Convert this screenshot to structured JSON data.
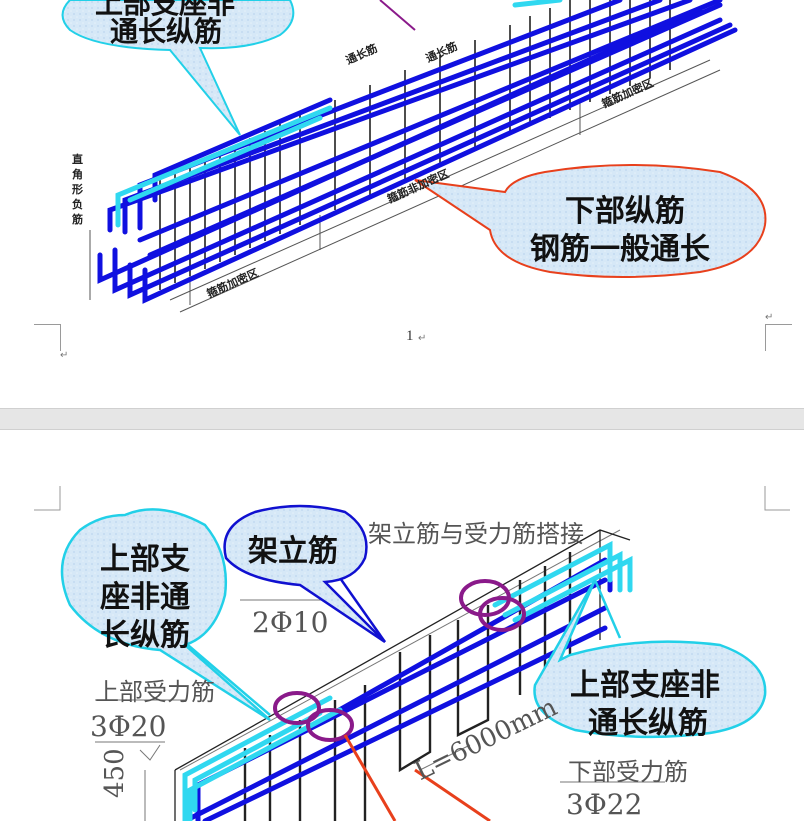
{
  "page1": {
    "bubble_top_line1": "上部支座非",
    "bubble_top_line2": "通长纵筋",
    "bubble_bottom_line1": "下部纵筋",
    "bubble_bottom_line2": "钢筋一般通长",
    "label_left_vertical": "直角形负筋",
    "label_through1": "通长筋",
    "label_through2": "通长筋",
    "label_stirrup_dense_left": "箍筋加密区",
    "label_stirrup_nondense": "箍筋非加密区",
    "label_stirrup_dense_right": "箍筋加密区",
    "page_number": "1",
    "para_mark": "↵"
  },
  "page2": {
    "bubble_left_line1": "上部支",
    "bubble_left_line2": "座非通",
    "bubble_left_line3": "长纵筋",
    "bubble_erect": "架立筋",
    "bubble_right_line1": "上部支座非",
    "bubble_right_line2": "通长纵筋",
    "label_lap": "架立筋与受力筋搭接",
    "label_2phi10": "2Φ10",
    "label_top_bar": "上部受力筋",
    "label_3phi20": "3Φ20",
    "label_bottom_bar": "下部受力筋",
    "label_3phi22": "3Φ22",
    "label_length": "L=6000mm",
    "label_height": "450"
  },
  "colors": {
    "blue_bar": "#1010e0",
    "cyan_bar": "#30d8f0",
    "bubble_blue_fill": "#d6e8f7",
    "bubble_red_edge": "#e8401c",
    "bubble_cyan_edge": "#22d0e8",
    "bubble_blue_edge": "#1010d0",
    "purple_ring": "#8a1a8a",
    "page_gap": "#e6e6e6"
  }
}
